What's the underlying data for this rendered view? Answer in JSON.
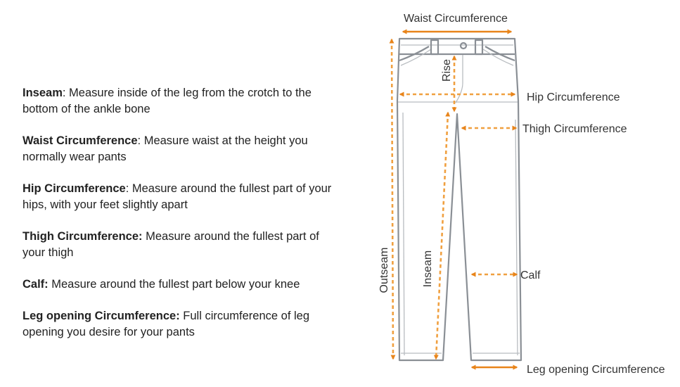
{
  "definitions": [
    {
      "term": "Inseam",
      "sep": ": ",
      "text": "Measure inside of the leg from the crotch to the bottom of the ankle bone"
    },
    {
      "term": "Waist Circumference",
      "sep": ": ",
      "text": "Measure waist at the height you normally wear pants"
    },
    {
      "term": "Hip Circumference",
      "sep": ": ",
      "text": "Measure around the fullest part of your hips, with your feet slightly apart"
    },
    {
      "term": "Thigh Circumference:",
      "sep": " ",
      "text": "Measure around the fullest part of your thigh"
    },
    {
      "term": "Calf:",
      "sep": " ",
      "text": "Measure around the fullest part below your knee"
    },
    {
      "term": "Leg opening Circumference:",
      "sep": " ",
      "text": "Full circumference of leg opening you desire for your pants"
    }
  ],
  "diagram": {
    "labels": {
      "waist": "Waist Circumference",
      "hip": "Hip Circumference",
      "thigh": "Thigh Circumference",
      "calf": "Calf",
      "leg_opening": "Leg opening Circumference",
      "rise": "Rise",
      "outseam": "Outseam",
      "inseam": "Inseam"
    },
    "colors": {
      "accent": "#e8841a",
      "accent_light": "#f0a040",
      "outline": "#8a8f95"
    }
  }
}
